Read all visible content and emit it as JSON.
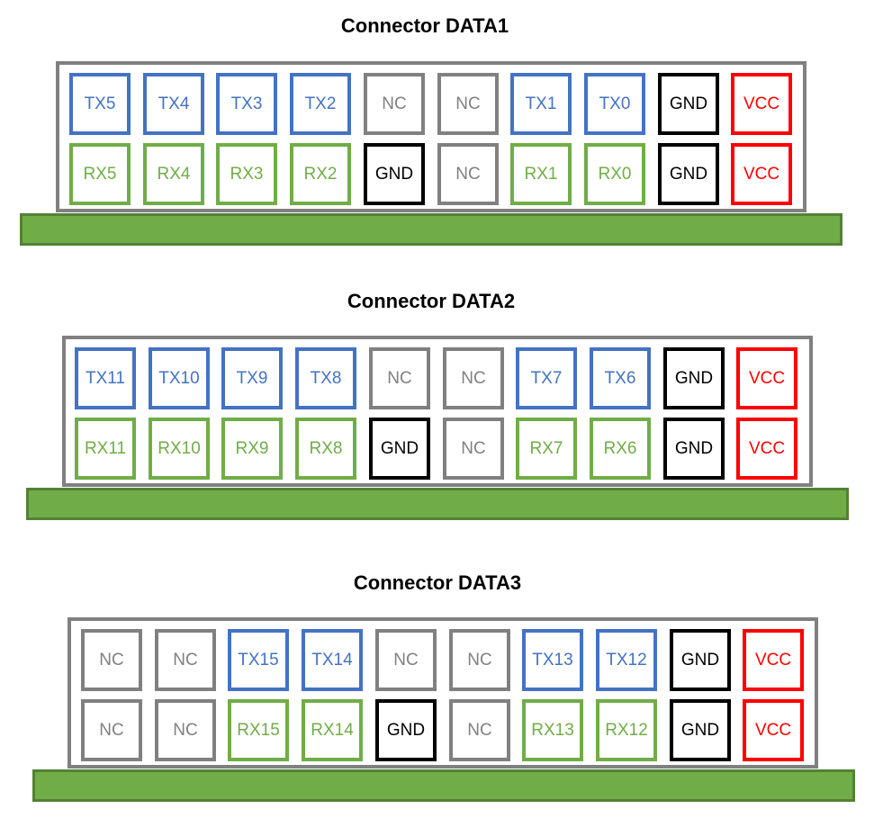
{
  "colors": {
    "tx": "#4472c4",
    "rx": "#70ad47",
    "nc": "#808080",
    "gnd": "#000000",
    "vcc": "#ff0000",
    "board": "#70ad47",
    "board_border": "#538135",
    "housing_border": "#808080"
  },
  "connectors": [
    {
      "title": "Connector DATA1",
      "top_row": [
        "TX5",
        "TX4",
        "TX3",
        "TX2",
        "NC",
        "NC",
        "TX1",
        "TX0",
        "GND",
        "VCC"
      ],
      "bottom_row": [
        "RX5",
        "RX4",
        "RX3",
        "RX2",
        "GND",
        "NC",
        "RX1",
        "RX0",
        "GND",
        "VCC"
      ]
    },
    {
      "title": "Connector DATA2",
      "top_row": [
        "TX11",
        "TX10",
        "TX9",
        "TX8",
        "NC",
        "NC",
        "TX7",
        "TX6",
        "GND",
        "VCC"
      ],
      "bottom_row": [
        "RX11",
        "RX10",
        "RX9",
        "RX8",
        "GND",
        "NC",
        "RX7",
        "RX6",
        "GND",
        "VCC"
      ]
    },
    {
      "title": "Connector DATA3",
      "top_row": [
        "NC",
        "NC",
        "TX15",
        "TX14",
        "NC",
        "NC",
        "TX13",
        "TX12",
        "GND",
        "VCC"
      ],
      "bottom_row": [
        "NC",
        "NC",
        "RX15",
        "RX14",
        "GND",
        "NC",
        "RX13",
        "RX12",
        "GND",
        "VCC"
      ]
    }
  ]
}
